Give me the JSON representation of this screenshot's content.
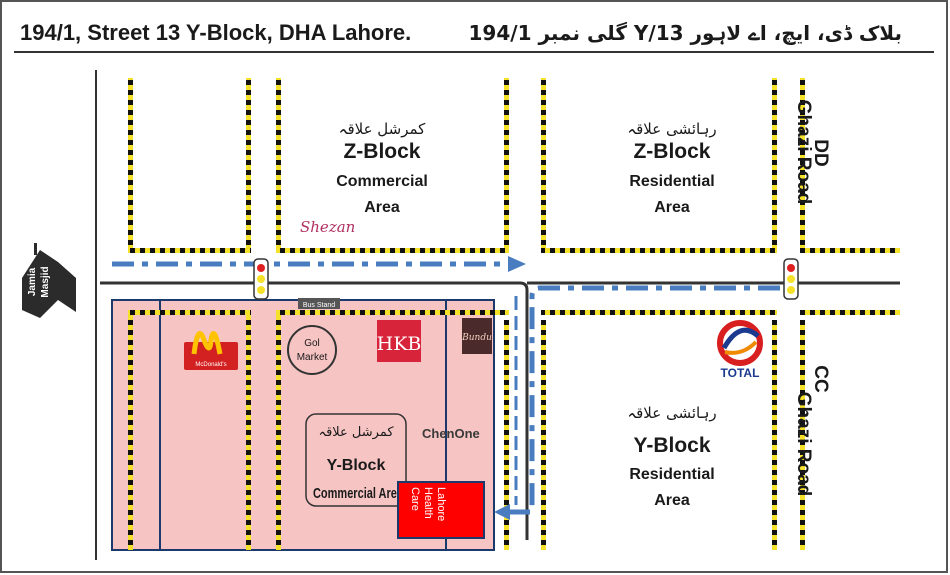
{
  "header": {
    "address_en": "194/1, Street 13 Y-Block, DHA Lahore.",
    "address_ur": "194/1 گلی نمبر Y/13 بلاک ڈی، ایچ، اے لاہور"
  },
  "zones": {
    "z_commercial": {
      "urdu": "کمرشل علاقہ",
      "block": "Z-Block",
      "line1": "Commercial",
      "line2": "Area"
    },
    "z_residential": {
      "urdu": "رہائشی علاقہ",
      "block": "Z-Block",
      "line1": "Residential",
      "line2": "Area"
    },
    "y_residential": {
      "urdu": "رہائشی علاقہ",
      "block": "Y-Block",
      "line1": "Residential",
      "line2": "Area"
    },
    "y_commercial": {
      "urdu": "کمرشل علاقہ",
      "block": "Y-Block",
      "line1": "Commercial Area"
    }
  },
  "roads": {
    "ghazi_top": "Ghazi Road",
    "ghazi_bottom": "Ghazi Road",
    "dd": "DD",
    "cc": "CC"
  },
  "landmarks": {
    "mosque_line1": "Jamia",
    "mosque_line2": "Masjid",
    "shezan": "Shezan",
    "mcdonalds": "McDonald's",
    "gol_line1": "Gol",
    "gol_line2": "Market",
    "hkb": "HKB",
    "bundu": "Bundu",
    "chenone": "ChenOne",
    "bus_stand": "Bus Stand",
    "total": "TOTAL"
  },
  "destination": {
    "line1": "Lahore",
    "line2": "Health",
    "line3": "Care"
  },
  "colors": {
    "highlight_area": "#f7c4c4",
    "route": "#4a7cc0",
    "destination": "#ff0000",
    "road_dash": "#f5e12a",
    "total_red": "#d81e1e"
  },
  "icons": [
    "mosque-icon",
    "traffic-signal-icon",
    "mcdonalds-logo-icon",
    "total-logo-icon",
    "route-arrow-icon"
  ]
}
